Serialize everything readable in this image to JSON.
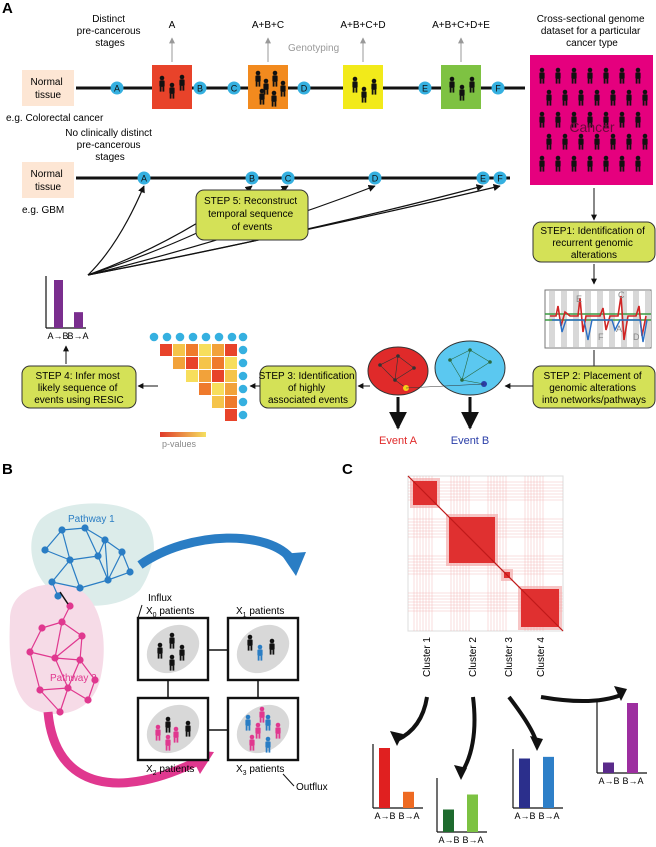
{
  "panel_labels": {
    "a": "A",
    "b": "B",
    "c": "C"
  },
  "panel_a": {
    "row1": {
      "header": [
        "Distinct",
        "pre-cancerous",
        "stages"
      ],
      "normal_tissue": [
        "Normal",
        "tissue"
      ],
      "example": "e.g. Colorectal cancer",
      "events": [
        "A",
        "B",
        "C",
        "D",
        "E",
        "F"
      ],
      "genotypes": [
        "A",
        "A+B+C",
        "A+B+C+D",
        "A+B+C+D+E"
      ],
      "genotyping_label": "Genotyping",
      "stage_colors": [
        "#e8432a",
        "#f28a1e",
        "#f2ea1a",
        "#7ec242"
      ]
    },
    "row2": {
      "header": [
        "No clinically distinct",
        "pre-cancerous",
        "stages"
      ],
      "normal_tissue": [
        "Normal",
        "tissue"
      ],
      "example": "e.g. GBM",
      "events": [
        "A",
        "B",
        "C",
        "D",
        "E",
        "F"
      ]
    },
    "cancer_box": {
      "title": [
        "Cross-sectional genome",
        "dataset for a particular",
        "cancer type"
      ],
      "label": "Cancer",
      "color": "#e5007e"
    },
    "steps": {
      "step1": [
        "STEP1: Identification of",
        "recurrent genomic",
        "alterations"
      ],
      "step2": [
        "STEP 2: Placement of",
        "genomic alterations",
        "into networks/pathways"
      ],
      "step3": [
        "STEP 3: Identification",
        "of highly",
        "associated events"
      ],
      "step4": [
        "STEP 4: Infer most",
        "likely sequence of",
        "events using RESIC"
      ],
      "step5": [
        "STEP 5: Reconstruct",
        "temporal sequence",
        "of events"
      ]
    },
    "genome_track_labels": [
      "E",
      "C",
      "F",
      "A",
      "D"
    ],
    "events_out": {
      "a": "Event A",
      "b": "Event B"
    },
    "bar_labels": [
      "A→B",
      "B→A"
    ],
    "bar_values": [
      1.0,
      0.33
    ],
    "pvalues_label": "p-values"
  },
  "panel_b": {
    "pathway1": "Pathway 1",
    "pathway2": "Pathway 2",
    "influx": "Influx",
    "outflux": "Outflux",
    "states": [
      {
        "base": "X",
        "sub": "0",
        "rest": " patients"
      },
      {
        "base": "X",
        "sub": "1",
        "rest": " patients"
      },
      {
        "base": "X",
        "sub": "2",
        "rest": " patients"
      },
      {
        "base": "X",
        "sub": "3",
        "rest": " patients"
      }
    ],
    "colors": {
      "pathway1": "#2a7dc4",
      "pathway2": "#e0388f"
    }
  },
  "panel_c": {
    "clusters": [
      "Cluster 1",
      "Cluster 2",
      "Cluster 3",
      "Cluster 4"
    ],
    "bar_labels": [
      "A→B",
      "B→A"
    ],
    "bars": [
      {
        "values": [
          1.0,
          0.27
        ],
        "colors": [
          "#e02020",
          "#ee6a22"
        ]
      },
      {
        "values": [
          0.45,
          0.75
        ],
        "colors": [
          "#1e6b2e",
          "#7cc242"
        ]
      },
      {
        "values": [
          0.9,
          0.93
        ],
        "colors": [
          "#2b2f8c",
          "#2e7fc8"
        ]
      },
      {
        "values": [
          0.15,
          1.0
        ],
        "colors": [
          "#5a2a8a",
          "#9d2fa0"
        ]
      }
    ]
  }
}
